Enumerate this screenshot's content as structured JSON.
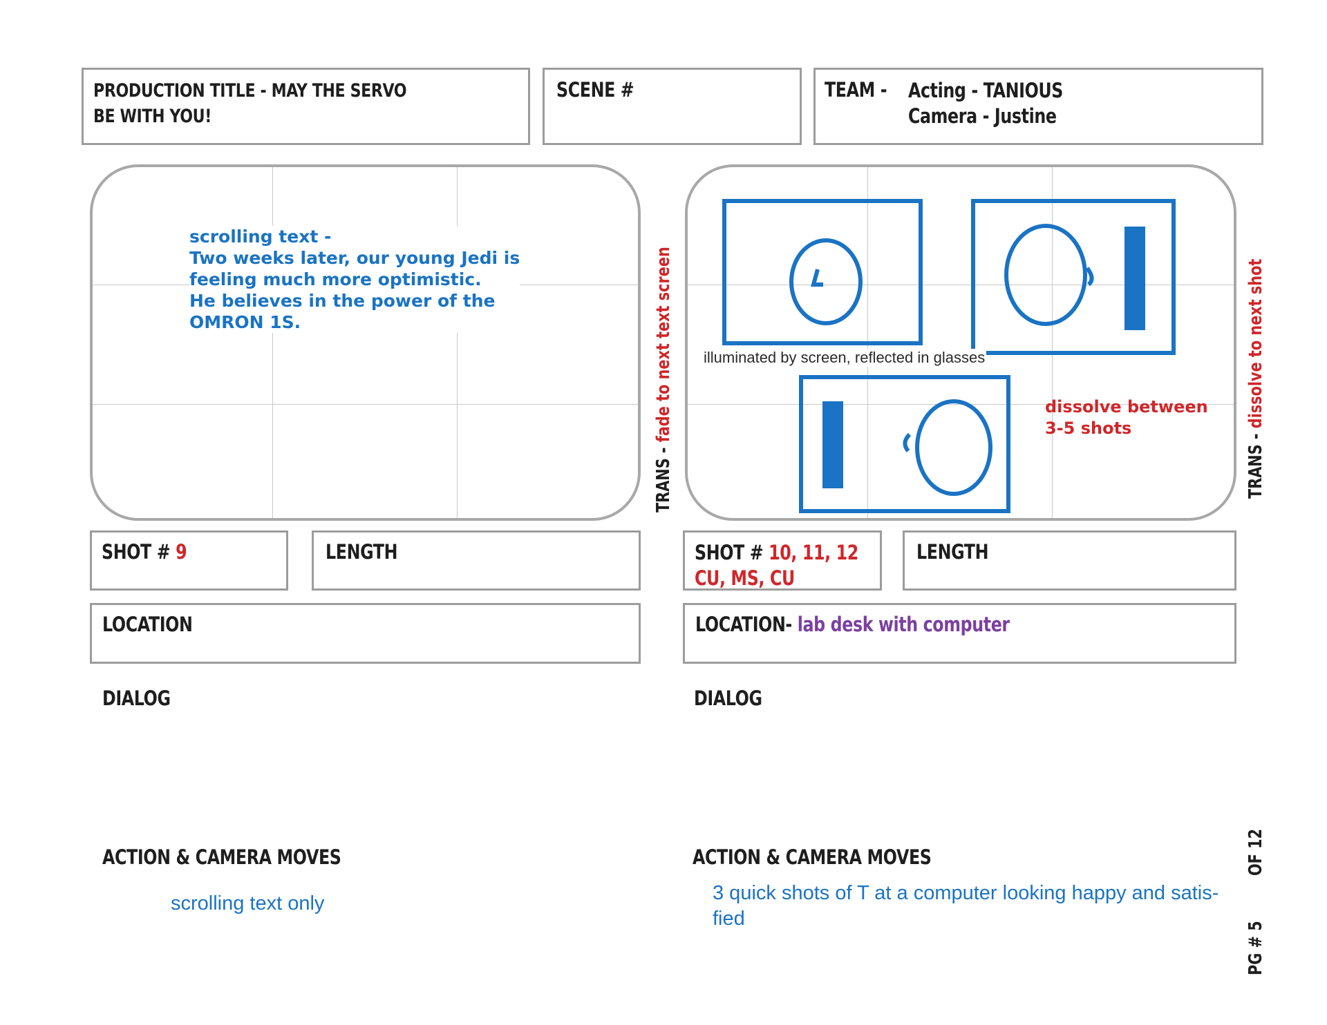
{
  "header": {
    "production_label": "PRODUCTION TITLE - ",
    "production_title_line1": "MAY THE SERVO",
    "production_title_line2": "BE WITH YOU!",
    "scene_label": "SCENE #",
    "team_label": "TEAM -",
    "team_line1": "Acting - TANIOUS",
    "team_line2": "Camera - Justine"
  },
  "left_panel": {
    "frame_text": "scrolling text -\nTwo weeks later, our young Jedi is\nfeeling much more optimistic.\nHe believes in the power of the\nOMRON 1S.",
    "transition_label": "TRANS - ",
    "transition_value": "fade to next text screen",
    "shot_label": "SHOT # ",
    "shot_value": "9",
    "length_label": "LENGTH",
    "location_label": "LOCATION",
    "location_value": "",
    "dialog_label": "DIALOG",
    "action_label": "ACTION & CAMERA MOVES",
    "action_text": "scrolling text only"
  },
  "right_panel": {
    "caption": "illuminated by screen, reflected in glasses",
    "note": "dissolve between\n3-5 shots",
    "transition_label": "TRANS - ",
    "transition_value": "dissolve to next shot",
    "shot_label": "SHOT # ",
    "shot_value": "10, 11, 12",
    "shot_types": "CU, MS, CU",
    "length_label": "LENGTH",
    "location_label": "LOCATION- ",
    "location_value": "lab desk with computer",
    "dialog_label": "DIALOG",
    "action_label": "ACTION & CAMERA MOVES",
    "action_text_line1": "3 quick shots of T at a computer looking happy and satis-",
    "action_text_line2": "fied"
  },
  "page": {
    "of_label": "OF 12",
    "page_label": "PG # 5"
  },
  "colors": {
    "sketch_blue": "#1a73c4",
    "note_red": "#d0262a",
    "location_purple": "#7b3fa0",
    "box_border": "#9c9c9c"
  }
}
